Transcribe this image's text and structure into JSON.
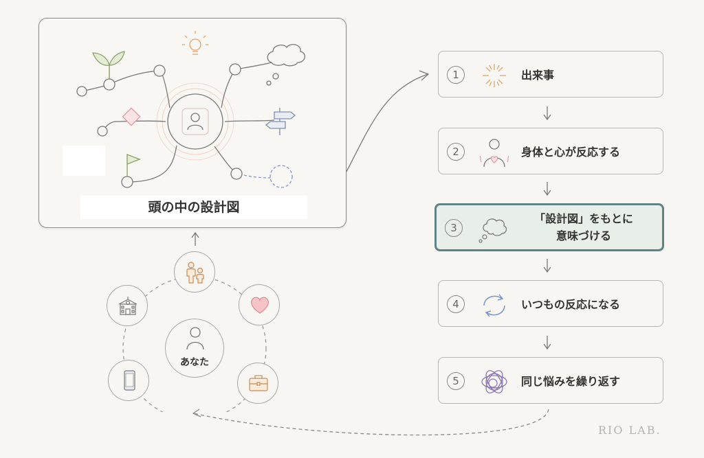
{
  "mindmap": {
    "title": "頭の中の設計図"
  },
  "steps": [
    {
      "num": "1",
      "label": "出来事",
      "icon": "burst-icon"
    },
    {
      "num": "2",
      "label": "身体と心が反応する",
      "icon": "body-heart-icon"
    },
    {
      "num": "3",
      "label": "「設計図」をもとに\n意味づける",
      "icon": "thought-cloud-icon",
      "highlight": true
    },
    {
      "num": "4",
      "label": "いつもの反応になる",
      "icon": "cycle-arrows-icon"
    },
    {
      "num": "5",
      "label": "同じ悩みを繰り返す",
      "icon": "tangle-icon"
    }
  ],
  "context": {
    "center_label": "あなた",
    "nodes": [
      "family-icon",
      "heart-icon",
      "briefcase-icon",
      "smartphone-icon",
      "school-icon"
    ]
  },
  "watermark": "RIO LAB.",
  "colors": {
    "highlight_border": "#5f8286",
    "highlight_fill": "#e8efe9",
    "accent_orange": "#e0a56a",
    "accent_pink": "#e29aa0",
    "accent_purple": "#8e76b4",
    "accent_blue": "#7d95c9"
  }
}
